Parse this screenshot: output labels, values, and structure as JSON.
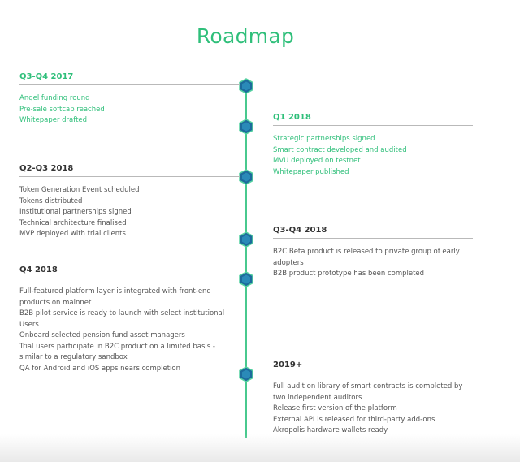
{
  "title": "Roadmap",
  "colors": {
    "accent": "#2fbf7a",
    "text": "#555555",
    "rule": "#b9b9b9"
  },
  "milestones": [
    {
      "period": "Q3-Q4 2017",
      "items": [
        "Angel funding round",
        "Pre-sale softcap reached",
        "Whitepaper drafted"
      ]
    },
    {
      "period": "Q1 2018",
      "items": [
        "Strategic partnerships signed",
        "Smart contract developed and audited",
        "MVU deployed on testnet",
        "Whitepaper published"
      ]
    },
    {
      "period": "Q2-Q3 2018",
      "items": [
        "Token Generation Event scheduled",
        "Tokens distributed",
        "Institutional partnerships signed",
        "Technical architecture finalised",
        "MVP deployed with trial clients"
      ]
    },
    {
      "period": "Q3-Q4 2018",
      "items": [
        "B2C Beta product is released to private group of early adopters",
        "B2B product prototype has been completed"
      ]
    },
    {
      "period": "Q4 2018",
      "items": [
        "Full-featured platform layer is integrated with front-end products on mainnet",
        "B2B pilot service is ready to launch with select institutional Users",
        "Onboard selected pension fund asset managers",
        "Trial users participate in B2C product on a limited basis - similar to a regulatory sandbox",
        "QA for Android and iOS apps nears completion"
      ]
    },
    {
      "period": "2019+",
      "items": [
        "Full audit on library of smart contracts is completed by two independent auditors",
        "Release first version of the platform",
        "External API is released for third-party add-ons",
        "Akropolis hardware wallets ready"
      ]
    }
  ]
}
